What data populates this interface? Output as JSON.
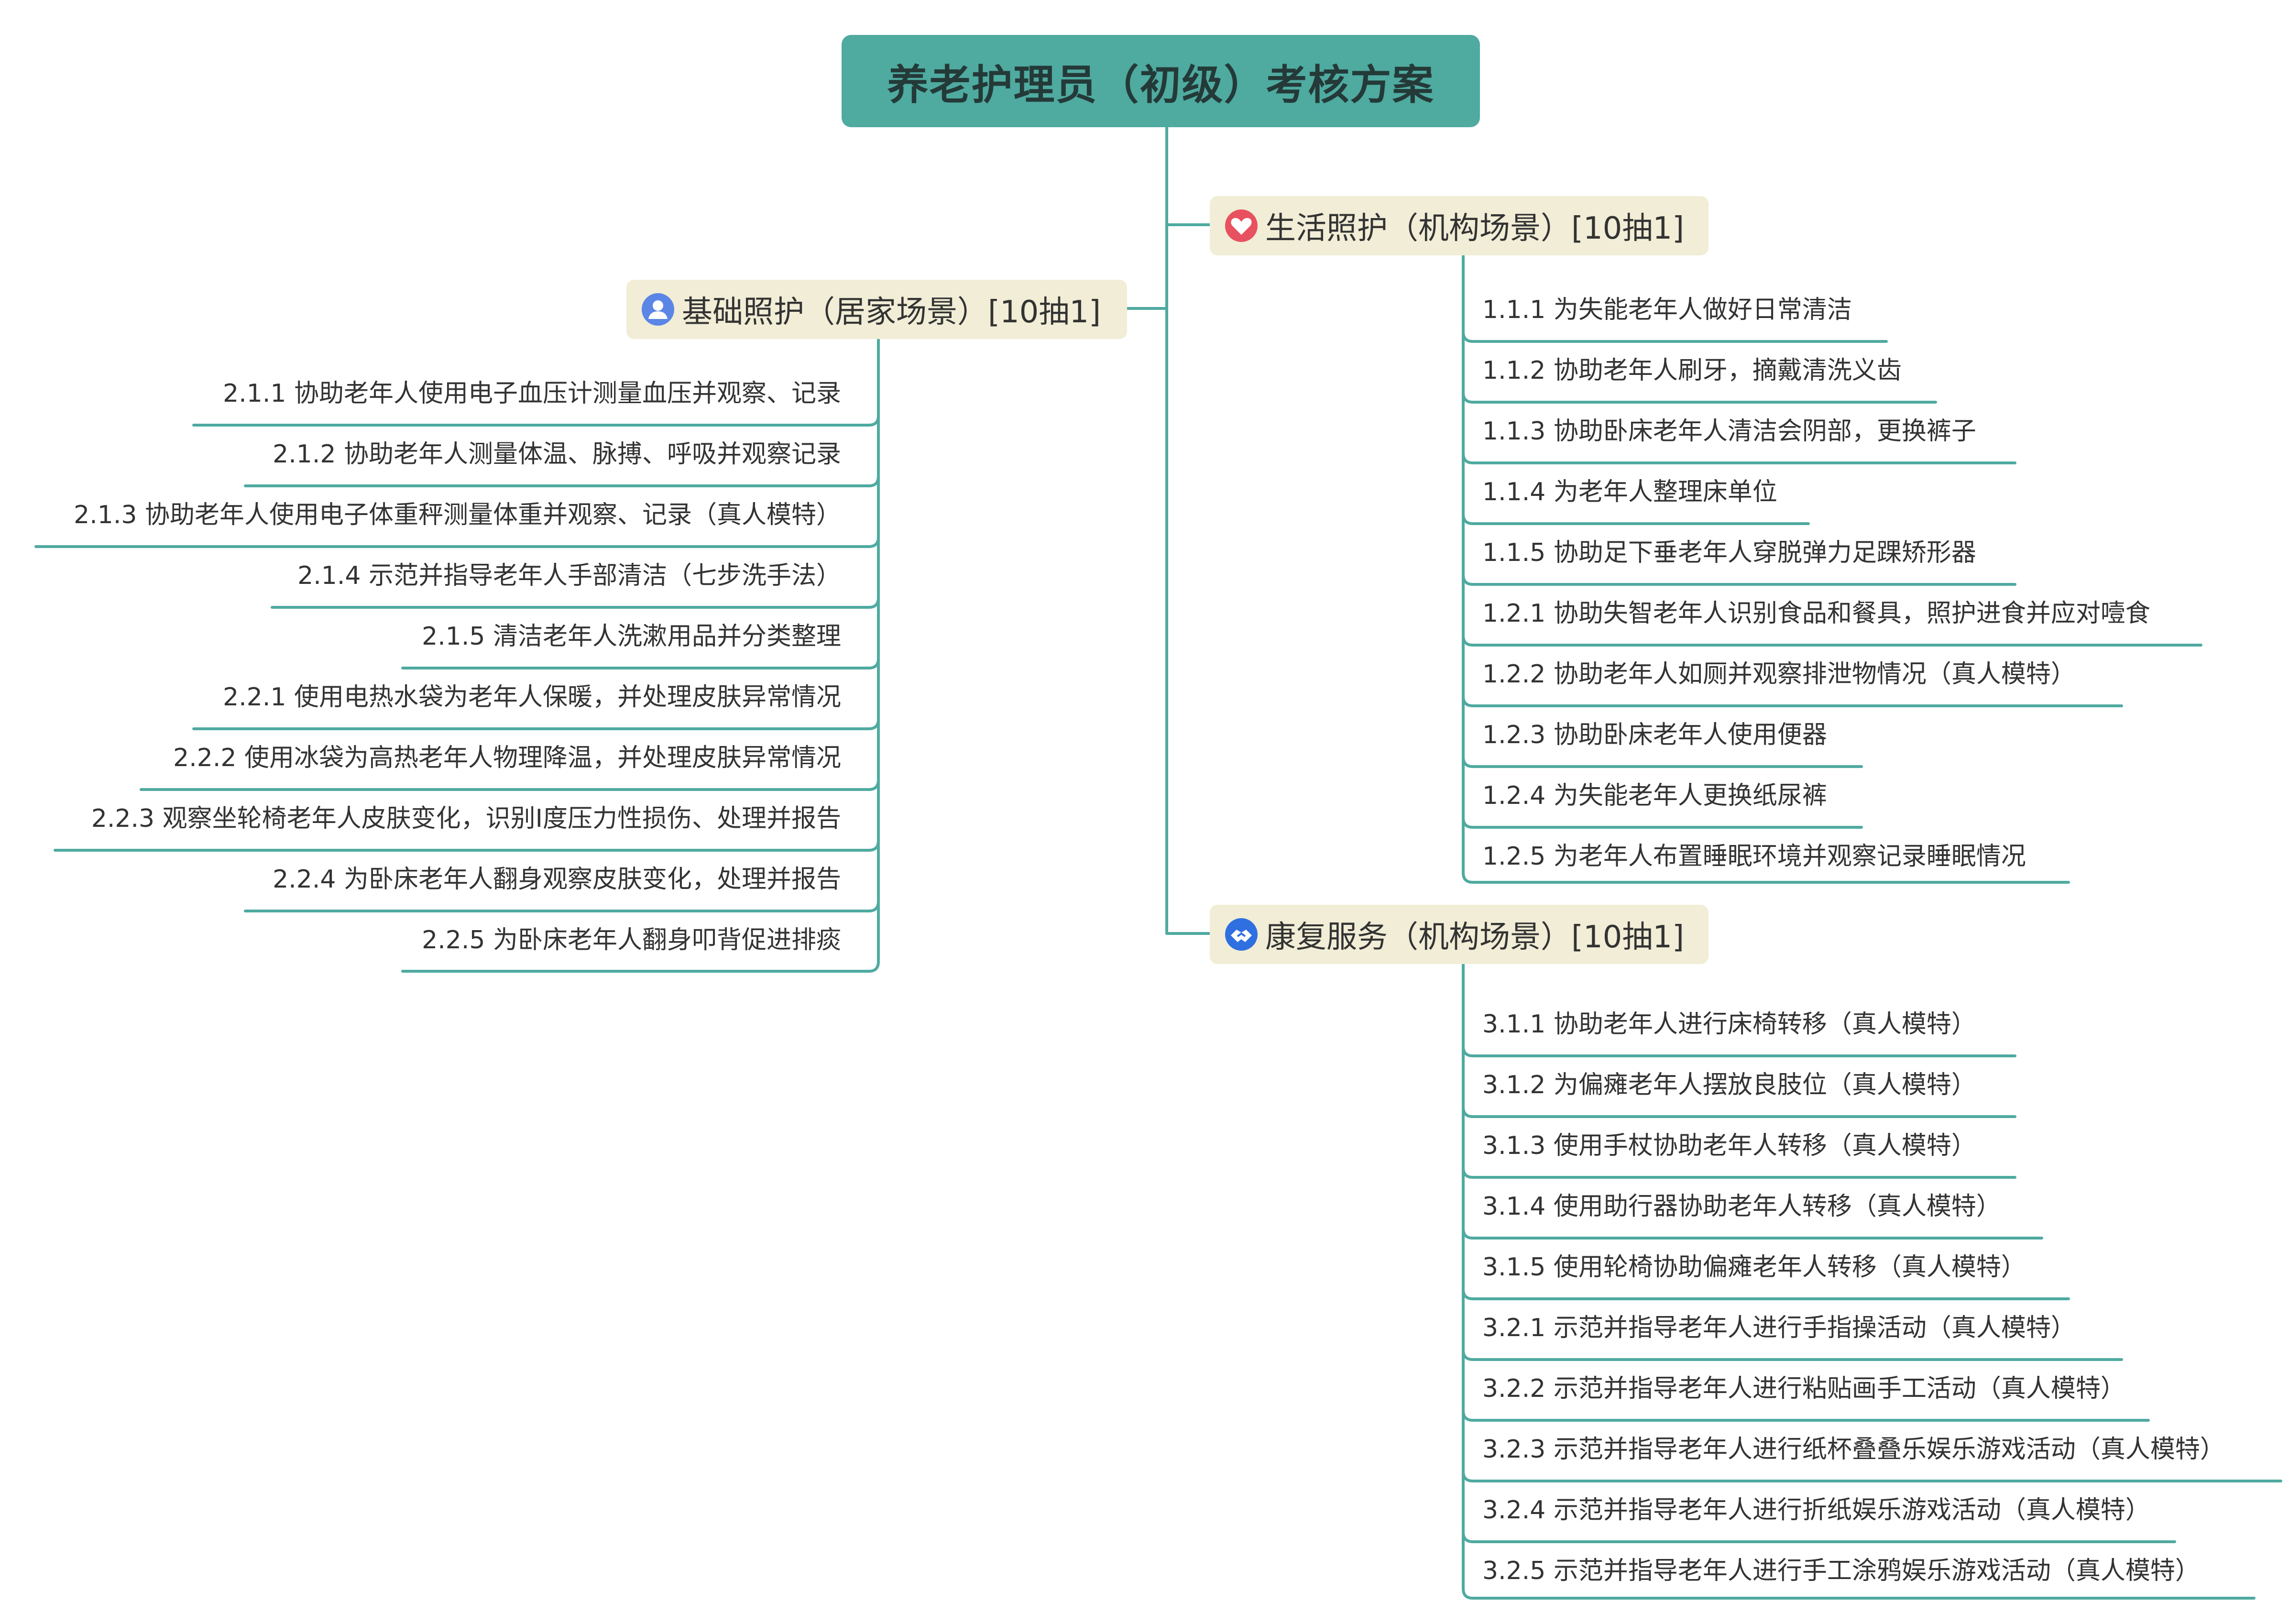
{
  "root": {
    "title": "养老护理员（初级）考核方案"
  },
  "branches": {
    "life_care": {
      "label": "生活照护（机构场景）[10抽1]",
      "icon": "heart-icon",
      "items": [
        "1.1.1 为失能老年人做好日常清洁",
        "1.1.2 协助老年人刷牙，摘戴清洗义齿",
        "1.1.3 协助卧床老年人清洁会阴部，更换裤子",
        "1.1.4 为老年人整理床单位",
        "1.1.5 协助足下垂老年人穿脱弹力足踝矫形器",
        "1.2.1 协助失智老年人识别食品和餐具，照护进食并应对噎食",
        "1.2.2 协助老年人如厕并观察排泄物情况（真人模特）",
        "1.2.3 协助卧床老年人使用便器",
        "1.2.4 为失能老年人更换纸尿裤",
        "1.2.5 为老年人布置睡眠环境并观察记录睡眠情况"
      ]
    },
    "basic_care": {
      "label": "基础照护（居家场景）[10抽1]",
      "icon": "user-icon",
      "items": [
        "2.1.1 协助老年人使用电子血压计测量血压并观察、记录",
        "2.1.2 协助老年人测量体温、脉搏、呼吸并观察记录",
        "2.1.3 协助老年人使用电子体重秤测量体重并观察、记录（真人模特）",
        "2.1.4 示范并指导老年人手部清洁（七步洗手法）",
        "2.1.5 清洁老年人洗漱用品并分类整理",
        "2.2.1 使用电热水袋为老年人保暖，并处理皮肤异常情况",
        "2.2.2 使用冰袋为高热老年人物理降温，并处理皮肤异常情况",
        "2.2.3 观察坐轮椅老年人皮肤变化，识别Ⅰ度压力性损伤、处理并报告",
        "2.2.4 为卧床老年人翻身观察皮肤变化，处理并报告",
        "2.2.5 为卧床老年人翻身叩背促进排痰"
      ]
    },
    "rehab": {
      "label": "康复服务（机构场景）[10抽1]",
      "icon": "handshake-icon",
      "items": [
        "3.1.1 协助老年人进行床椅转移（真人模特）",
        "3.1.2 为偏瘫老年人摆放良肢位（真人模特）",
        "3.1.3 使用手杖协助老年人转移（真人模特）",
        "3.1.4 使用助行器协助老年人转移（真人模特）",
        "3.1.5 使用轮椅协助偏瘫老年人转移（真人模特）",
        "3.2.1 示范并指导老年人进行手指操活动（真人模特）",
        "3.2.2 示范并指导老年人进行粘贴画手工活动（真人模特）",
        "3.2.3 示范并指导老年人进行纸杯叠叠乐娱乐游戏活动（真人模特）",
        "3.2.4 示范并指导老年人进行折纸娱乐游戏活动（真人模特）",
        "3.2.5 示范并指导老年人进行手工涂鸦娱乐游戏活动（真人模特）"
      ]
    }
  },
  "colors": {
    "root_bg": "#4faaa0",
    "branch_bg": "#f1edd6",
    "connector": "#4faaa0",
    "heart": "#e8515f",
    "user": "#5b86e5",
    "handshake": "#2f6fe0"
  }
}
